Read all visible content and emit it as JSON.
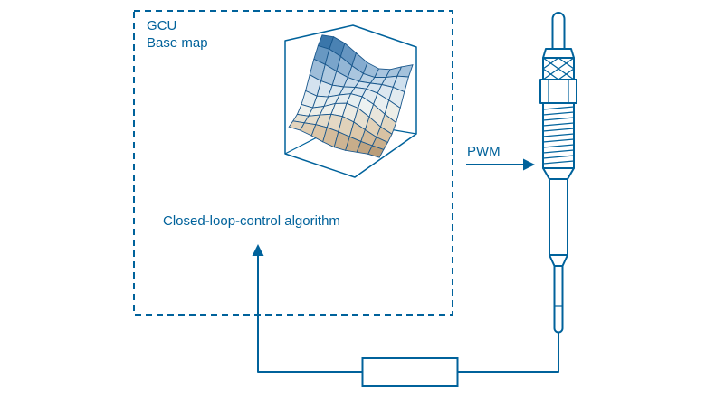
{
  "labels": {
    "gcu": "GCU",
    "base_map": "Base map",
    "algorithm": "Closed-loop-control algorithm",
    "pwm": "PWM"
  },
  "colors": {
    "accent": "#00629b",
    "mesh_line": "#19578c",
    "sensor_box_fill": "#ffffff",
    "surface_palette": [
      "#2b6ca3",
      "#7fa8cd",
      "#d3e2ef",
      "#eff3f1",
      "#ddc8a9",
      "#b3946f"
    ]
  },
  "surface": {
    "rows": 9,
    "cols": 9
  }
}
